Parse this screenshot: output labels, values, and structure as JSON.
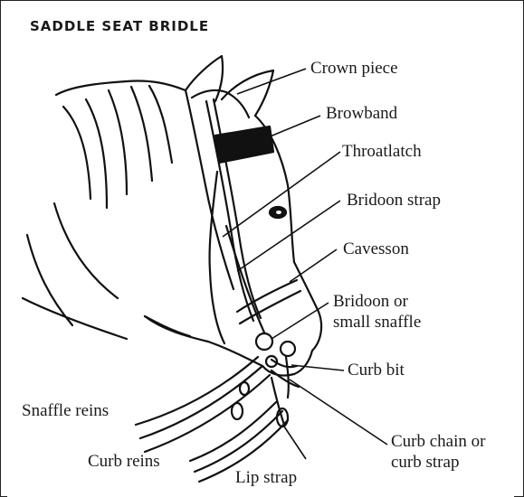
{
  "title": "SADDLE SEAT BRIDLE",
  "labels": {
    "crown_piece": "Crown piece",
    "browband": "Browband",
    "throatlatch": "Throatlatch",
    "bridoon_strap": "Bridoon strap",
    "cavesson": "Cavesson",
    "bridoon_line1": "Bridoon or",
    "bridoon_line2": "small snaffle",
    "curb_bit": "Curb bit",
    "snaffle_reins": "Snaffle reins",
    "curb_chain_line1": "Curb chain or",
    "curb_chain_line2": "curb strap",
    "curb_reins": "Curb reins",
    "lip_strap": "Lip strap"
  }
}
